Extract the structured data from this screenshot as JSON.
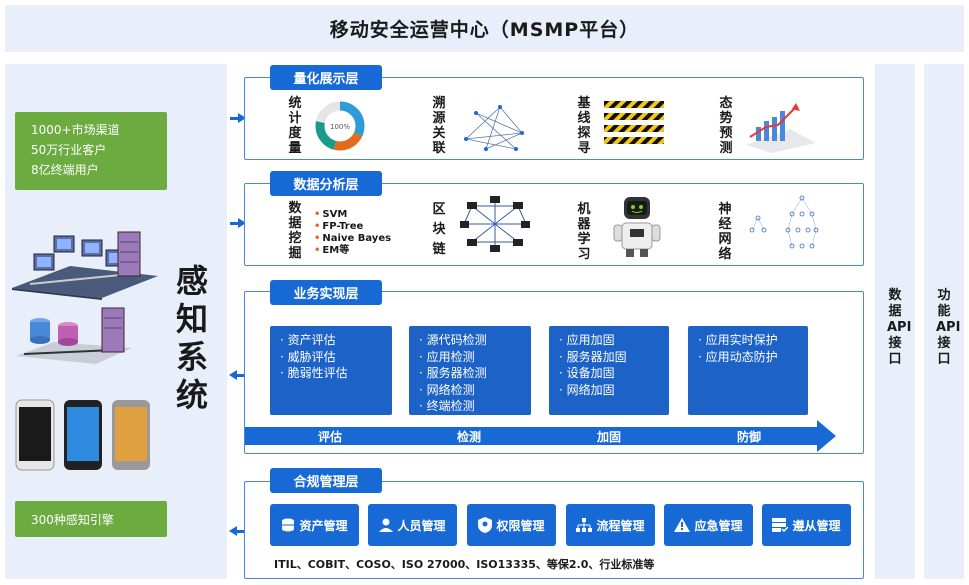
{
  "title": "移动安全运营中心（MSMP平台）",
  "left": {
    "stats": [
      "1000+市场渠道",
      "50万行业客户",
      "8亿终端用户"
    ],
    "engines": "300种感知引擎",
    "sensing": "感知系统"
  },
  "layers": {
    "quant": {
      "tag": "量化展示层",
      "items": [
        {
          "label": "统计度量",
          "icon": "donut-chart-icon"
        },
        {
          "label": "溯源关联",
          "icon": "network-graph-icon"
        },
        {
          "label": "基线探寻",
          "icon": "caution-tape-icon"
        },
        {
          "label": "态势预测",
          "icon": "trend-chart-icon"
        }
      ],
      "donut_center": "100%"
    },
    "analysis": {
      "tag": "数据分析层",
      "mining_label": "数据挖掘",
      "mining_items": [
        "SVM",
        "FP-Tree",
        "Naive Bayes",
        "EM等"
      ],
      "blockchain_label": "区块链",
      "ml_label": "机器学习",
      "nn_label": "神经网络"
    },
    "business": {
      "tag": "业务实现层",
      "cards": [
        [
          "资产评估",
          "威胁评估",
          "脆弱性评估"
        ],
        [
          "源代码检测",
          "应用检测",
          "服务器检测",
          "网络检测",
          "终端检测"
        ],
        [
          "应用加固",
          "服务器加固",
          "设备加固",
          "网络加固"
        ],
        [
          "应用实时保护",
          "应用动态防护"
        ]
      ],
      "stages": [
        "评估",
        "检测",
        "加固",
        "防御"
      ]
    },
    "compliance": {
      "tag": "合规管理层",
      "buttons": [
        {
          "label": "资产管理",
          "icon": "database-icon"
        },
        {
          "label": "人员管理",
          "icon": "user-icon"
        },
        {
          "label": "权限管理",
          "icon": "shield-icon"
        },
        {
          "label": "流程管理",
          "icon": "flow-icon"
        },
        {
          "label": "应急管理",
          "icon": "warning-icon"
        },
        {
          "label": "遵从管理",
          "icon": "checklist-icon"
        }
      ],
      "standards": "ITIL、COBIT、COSO、ISO 27000、ISO13335、等保2.0、行业标准等"
    }
  },
  "side": {
    "data_api": "数据API接口",
    "func_api": "功能API接口"
  },
  "colors": {
    "primary": "#1769d6",
    "green": "#6bab3f",
    "panel": "#e8effa"
  }
}
